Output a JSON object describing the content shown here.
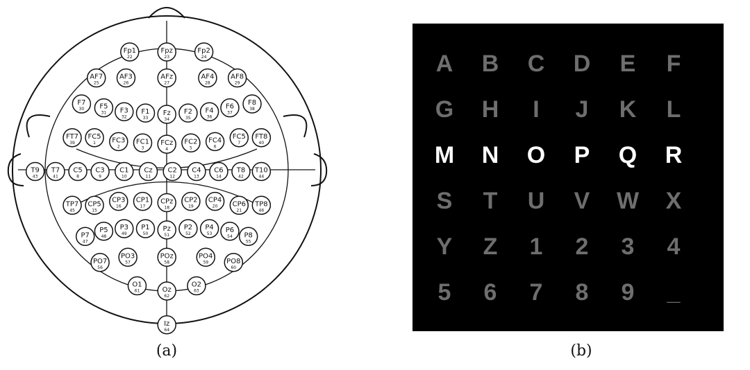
{
  "captions": {
    "a": "(a)",
    "b": "(b)"
  },
  "eeg_montage": {
    "electrodes": [
      {
        "name": "Fp1",
        "num": "22",
        "col": 4,
        "row": 0
      },
      {
        "name": "Fpz",
        "num": "23",
        "col": 6,
        "row": 0
      },
      {
        "name": "Fp2",
        "num": "24",
        "col": 8,
        "row": 0
      },
      {
        "name": "AF7",
        "num": "25",
        "col": 2.2,
        "row": 1
      },
      {
        "name": "AF3",
        "num": "26",
        "col": 3.8,
        "row": 1
      },
      {
        "name": "AFz",
        "num": "27",
        "col": 6,
        "row": 1
      },
      {
        "name": "AF4",
        "num": "28",
        "col": 8.2,
        "row": 1
      },
      {
        "name": "AF8",
        "num": "29",
        "col": 9.8,
        "row": 1
      },
      {
        "name": "F7",
        "num": "30",
        "col": 1.4,
        "row": 2
      },
      {
        "name": "F5",
        "num": "31",
        "col": 2.6,
        "row": 2.15
      },
      {
        "name": "F3",
        "num": "32",
        "col": 3.7,
        "row": 2.3
      },
      {
        "name": "F1",
        "num": "33",
        "col": 4.85,
        "row": 2.35
      },
      {
        "name": "Fz",
        "num": "34",
        "col": 6,
        "row": 2.4
      },
      {
        "name": "F2",
        "num": "35",
        "col": 7.15,
        "row": 2.35
      },
      {
        "name": "F4",
        "num": "36",
        "col": 8.3,
        "row": 2.3
      },
      {
        "name": "F6",
        "num": "37",
        "col": 9.4,
        "row": 2.15
      },
      {
        "name": "F8",
        "num": "38",
        "col": 10.6,
        "row": 2
      },
      {
        "name": "FT7",
        "num": "39",
        "col": 0.9,
        "row": 3.3
      },
      {
        "name": "FC5",
        "num": "1",
        "col": 2.1,
        "row": 3.3
      },
      {
        "name": "FC3",
        "num": "2",
        "col": 3.4,
        "row": 3.45
      },
      {
        "name": "FC1",
        "num": "3",
        "col": 4.7,
        "row": 3.5
      },
      {
        "name": "FCz",
        "num": "4",
        "col": 6,
        "row": 3.55
      },
      {
        "name": "FC2",
        "num": "5",
        "col": 7.3,
        "row": 3.5
      },
      {
        "name": "FC4",
        "num": "6",
        "col": 8.6,
        "row": 3.45
      },
      {
        "name": "FC5",
        "num": "7",
        "col": 9.9,
        "row": 3.3
      },
      {
        "name": "FT8",
        "num": "40",
        "col": 11.1,
        "row": 3.3
      },
      {
        "name": "T9",
        "num": "43",
        "col": -1.1,
        "row": 4.6
      },
      {
        "name": "T7",
        "num": "41",
        "col": 0,
        "row": 4.6
      },
      {
        "name": "C5",
        "num": "8",
        "col": 1.2,
        "row": 4.6
      },
      {
        "name": "C3",
        "num": "9",
        "col": 2.4,
        "row": 4.6
      },
      {
        "name": "C1",
        "num": "10",
        "col": 3.7,
        "row": 4.6
      },
      {
        "name": "Cz",
        "num": "11",
        "col": 5,
        "row": 4.6
      },
      {
        "name": "C2",
        "num": "12",
        "col": 6.3,
        "row": 4.6
      },
      {
        "name": "C4",
        "num": "13",
        "col": 7.6,
        "row": 4.6
      },
      {
        "name": "C6",
        "num": "14",
        "col": 8.8,
        "row": 4.6
      },
      {
        "name": "T8",
        "num": "42",
        "col": 10,
        "row": 4.6
      },
      {
        "name": "T10",
        "num": "44",
        "col": 11.1,
        "row": 4.6
      },
      {
        "name": "TP7",
        "num": "45",
        "col": 0.9,
        "row": 5.9
      },
      {
        "name": "CP5",
        "num": "15",
        "col": 2.1,
        "row": 5.9
      },
      {
        "name": "CP3",
        "num": "16",
        "col": 3.4,
        "row": 5.75
      },
      {
        "name": "CP1",
        "num": "17",
        "col": 4.7,
        "row": 5.75
      },
      {
        "name": "CPz",
        "num": "18",
        "col": 6,
        "row": 5.8
      },
      {
        "name": "CP2",
        "num": "19",
        "col": 7.3,
        "row": 5.75
      },
      {
        "name": "CP4",
        "num": "20",
        "col": 8.6,
        "row": 5.75
      },
      {
        "name": "CP6",
        "num": "21",
        "col": 9.9,
        "row": 5.9
      },
      {
        "name": "TP8",
        "num": "46",
        "col": 11.1,
        "row": 5.9
      },
      {
        "name": "P7",
        "num": "47",
        "col": 1.6,
        "row": 7.1
      },
      {
        "name": "P5",
        "num": "48",
        "col": 2.6,
        "row": 6.9
      },
      {
        "name": "P3",
        "num": "49",
        "col": 3.7,
        "row": 6.8
      },
      {
        "name": "P1",
        "num": "50",
        "col": 4.85,
        "row": 6.8
      },
      {
        "name": "Pz",
        "num": "51",
        "col": 6,
        "row": 6.85
      },
      {
        "name": "P2",
        "num": "52",
        "col": 7.15,
        "row": 6.8
      },
      {
        "name": "P4",
        "num": "53",
        "col": 8.3,
        "row": 6.8
      },
      {
        "name": "P6",
        "num": "54",
        "col": 9.4,
        "row": 6.9
      },
      {
        "name": "P8",
        "num": "55",
        "col": 10.4,
        "row": 7.1
      },
      {
        "name": "PO7",
        "num": "56",
        "col": 2.4,
        "row": 8.1
      },
      {
        "name": "PO3",
        "num": "57",
        "col": 3.9,
        "row": 7.9
      },
      {
        "name": "POz",
        "num": "58",
        "col": 6,
        "row": 7.9
      },
      {
        "name": "PO4",
        "num": "59",
        "col": 8.1,
        "row": 7.9
      },
      {
        "name": "PO8",
        "num": "60",
        "col": 9.6,
        "row": 8.1
      },
      {
        "name": "O1",
        "num": "61",
        "col": 4.4,
        "row": 9
      },
      {
        "name": "Oz",
        "num": "62",
        "col": 6,
        "row": 9.2
      },
      {
        "name": "O2",
        "num": "63",
        "col": 7.6,
        "row": 9
      },
      {
        "name": "Iz",
        "num": "64",
        "col": 6,
        "row": 10.5
      }
    ]
  },
  "speller": {
    "rows": [
      [
        "A",
        "B",
        "C",
        "D",
        "E",
        "F"
      ],
      [
        "G",
        "H",
        "I",
        "J",
        "K",
        "L"
      ],
      [
        "M",
        "N",
        "O",
        "P",
        "Q",
        "R"
      ],
      [
        "S",
        "T",
        "U",
        "V",
        "W",
        "X"
      ],
      [
        "Y",
        "Z",
        "1",
        "2",
        "3",
        "4"
      ],
      [
        "5",
        "6",
        "7",
        "8",
        "9",
        "_"
      ]
    ],
    "highlighted_row": 2,
    "colors": {
      "background": "#000000",
      "dim": "#6e6e6e",
      "highlight": "#ffffff"
    }
  }
}
